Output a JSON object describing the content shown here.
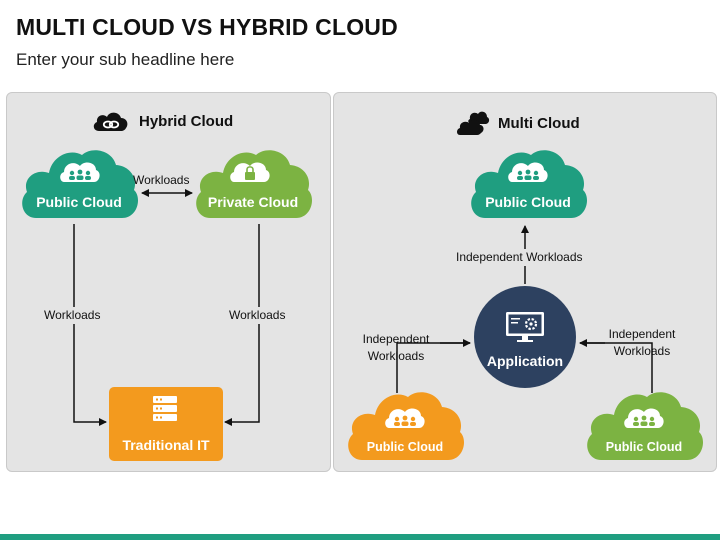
{
  "title": "MULTI CLOUD VS HYBRID CLOUD",
  "subtitle": "Enter your sub headline here",
  "hybrid": {
    "heading": "Hybrid Cloud",
    "public_cloud": "Public Cloud",
    "private_cloud": "Private Cloud",
    "traditional_it": "Traditional IT",
    "workloads_top": "Workloads",
    "workloads_left": "Workloads",
    "workloads_right": "Workloads"
  },
  "multi": {
    "heading": "Multi Cloud",
    "public_cloud_top": "Public Cloud",
    "public_cloud_left": "Public Cloud",
    "public_cloud_right": "Public Cloud",
    "application": "Application",
    "independent_top": "Independent Workloads",
    "independent_left_1": "Independent",
    "independent_left_2": "Workloads",
    "independent_right_1": "Independent",
    "independent_right_2": "Workloads"
  },
  "colors": {
    "teal": "#1f9e80",
    "green": "#7cb342",
    "orange": "#f39a1e",
    "navy": "#2d4160",
    "panel": "#e4e4e4",
    "accent_bar": "#1f9e80"
  },
  "icons": [
    "cloud-link-icon",
    "clouds-icon",
    "users-icon",
    "lock-icon",
    "server-icon",
    "monitor-gear-icon"
  ]
}
